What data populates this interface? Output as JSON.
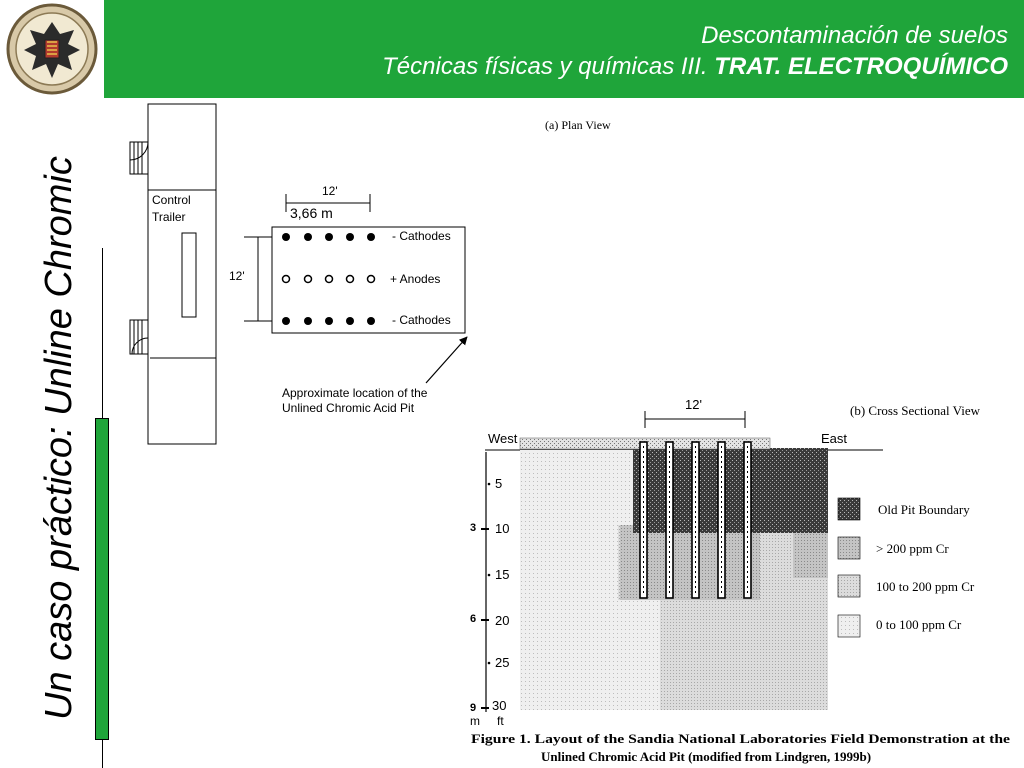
{
  "header": {
    "line1": "Descontaminación de suelos",
    "line2_regular": "Técnicas físicas y químicas III. ",
    "line2_bold": "TRAT. ELECTROQUÍMICO",
    "color": "#1fa53a"
  },
  "sidebar_title": "Un caso práctico: Unline Chromic",
  "plan": {
    "heading": "(a)  Plan View",
    "trailer_line1": "Control",
    "trailer_line2": "Trailer",
    "dim_top_ft": "12'",
    "dim_top_m": "3,66 m",
    "dim_left_ft": "12'",
    "row_cathodes_top": "-  Cathodes",
    "row_anodes": "+  Anodes",
    "row_cathodes_bottom": "-  Cathodes",
    "annotation_line1": "Approximate location of the",
    "annotation_line2": "Unlined Chromic Acid Pit"
  },
  "section": {
    "heading": "(b)  Cross Sectional View",
    "dim_ft": "12'",
    "west": "West",
    "east": "East",
    "ft_ticks": [
      "5",
      "10",
      "15",
      "20",
      "25",
      "30"
    ],
    "m_ticks": [
      "3",
      "6",
      "9"
    ],
    "unit_m": "m",
    "unit_ft": "ft",
    "legend": [
      {
        "label": "Old Pit Boundary",
        "pattern": "dark"
      },
      {
        "label": "> 200 ppm Cr",
        "pattern": "medium"
      },
      {
        "label": "100 to 200 ppm Cr",
        "pattern": "light"
      },
      {
        "label": "0 to 100 ppm Cr",
        "pattern": "lightest"
      }
    ]
  },
  "caption": {
    "line1": "Figure 1.  Layout of the Sandia National Laboratories Field Demonstration at the",
    "line2": "Unlined Chromic Acid Pit (modified from Lindgren, 1999b)"
  }
}
